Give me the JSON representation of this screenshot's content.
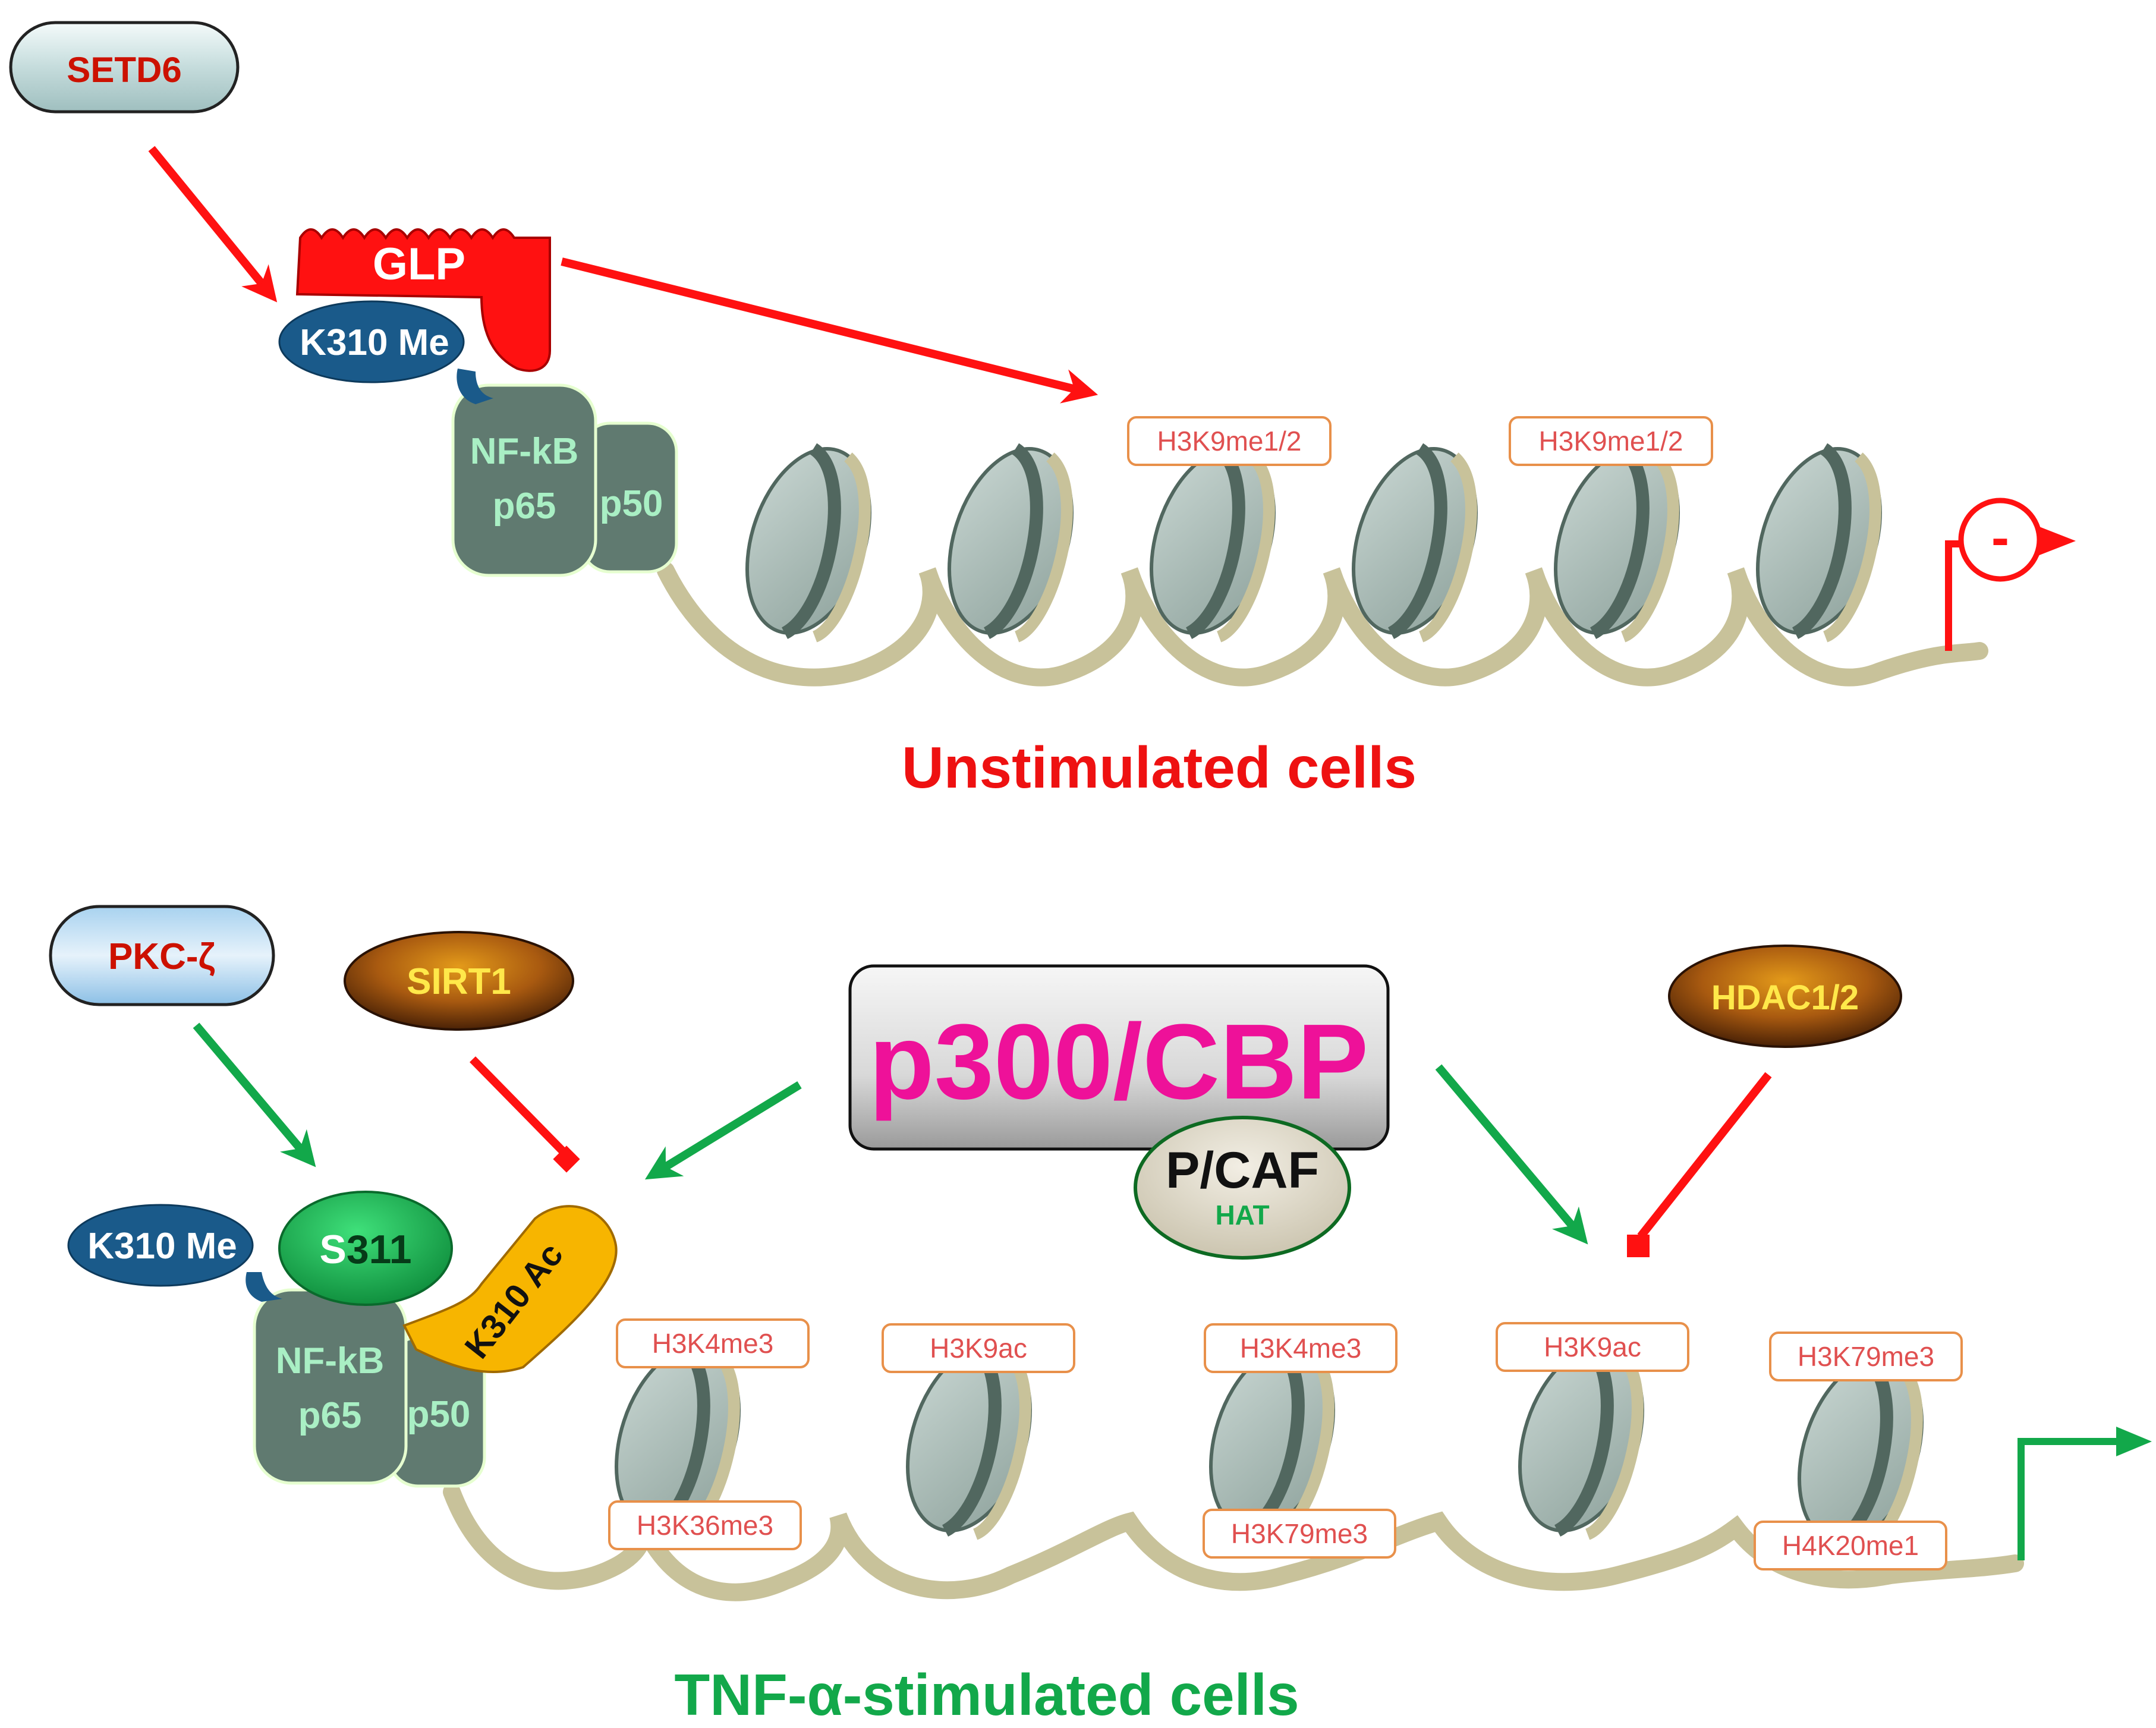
{
  "top": {
    "setd6": "SETD6",
    "glp": "GLP",
    "k310me": "K310 Me",
    "nfkb": "NF-kB",
    "p65": "p65",
    "p50": "p50",
    "marks": [
      "H3K9me1/2",
      "H3K9me1/2"
    ],
    "promoter_sign": "-",
    "caption": "Unstimulated cells"
  },
  "bottom": {
    "pkc": "PKC-ζ",
    "sirt1": "SIRT1",
    "p300": "p300/CBP",
    "pcaf": "P/CAF",
    "hat": "HAT",
    "hdac": "HDAC1/2",
    "k310me": "K310 Me",
    "s311_s": "S",
    "s311_num": "311",
    "k310ac": "K310 Ac",
    "nfkb": "NF-kB",
    "p65": "p65",
    "p50": "p50",
    "marks_top": [
      "H3K4me3",
      "H3K9ac",
      "H3K4me3",
      "H3K9ac",
      "H3K79me3"
    ],
    "marks_bottom": [
      "H3K36me3",
      "H3K79me3",
      "H4K20me1"
    ],
    "caption": "TNF-α-stimulated cells"
  },
  "colors": {
    "red": "#ff1111",
    "green": "#12a84a",
    "magenta": "#ee1199",
    "nucleosome": "#a9b9b4",
    "dna": "#c8c29a",
    "nfkb": "#607a70"
  }
}
